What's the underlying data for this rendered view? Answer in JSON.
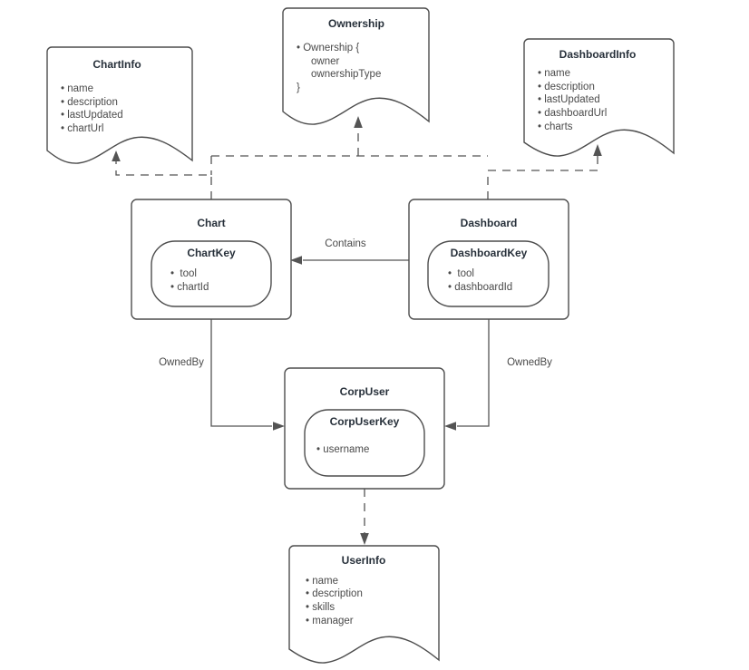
{
  "diagram": {
    "type": "entity-relationship",
    "background_color": "#ffffff",
    "stroke_color": "#4d4d4d",
    "edge_color": "#545454",
    "title_color": "#27303a",
    "text_color": "#4a4a4a",
    "nodes": [
      {
        "id": "chartinfo",
        "shape": "document",
        "title": "ChartInfo",
        "items": [
          "name",
          "description",
          "lastUpdated",
          "chartUrl"
        ]
      },
      {
        "id": "ownership",
        "shape": "document",
        "title": "Ownership",
        "items": [
          "Ownership {",
          "owner",
          "ownershipType",
          "}"
        ]
      },
      {
        "id": "dashboardinfo",
        "shape": "document",
        "title": "DashboardInfo",
        "items": [
          "name",
          "description",
          "lastUpdated",
          "dashboardUrl",
          "charts"
        ]
      },
      {
        "id": "chart",
        "shape": "rect",
        "title": "Chart",
        "key": {
          "id": "chartkey",
          "shape": "rounded",
          "title": "ChartKey",
          "items": [
            "tool",
            "chartId"
          ]
        }
      },
      {
        "id": "dashboard",
        "shape": "rect",
        "title": "Dashboard",
        "key": {
          "id": "dashboardkey",
          "shape": "rounded",
          "title": "DashboardKey",
          "items": [
            "tool",
            "dashboardId"
          ]
        }
      },
      {
        "id": "corpuser",
        "shape": "rect",
        "title": "CorpUser",
        "key": {
          "id": "corpuserkey",
          "shape": "rounded",
          "title": "CorpUserKey",
          "items": [
            "username"
          ]
        }
      },
      {
        "id": "userinfo",
        "shape": "document",
        "title": "UserInfo",
        "items": [
          "name",
          "description",
          "skills",
          "manager"
        ]
      }
    ],
    "edges": [
      {
        "id": "contains",
        "from": "dashboard",
        "to": "chart",
        "label": "Contains",
        "style": "solid"
      },
      {
        "id": "chart-ownedby",
        "from": "chart",
        "to": "corpuser",
        "label": "OwnedBy",
        "style": "solid"
      },
      {
        "id": "dashboard-ownedby",
        "from": "dashboard",
        "to": "corpuser",
        "label": "OwnedBy",
        "style": "solid"
      },
      {
        "id": "chart-chartinfo",
        "from": "chart",
        "to": "chartinfo",
        "label": "",
        "style": "dashed"
      },
      {
        "id": "chart-ownership",
        "from": "chart",
        "to": "ownership",
        "label": "",
        "style": "dashed"
      },
      {
        "id": "dashboard-dashboardinfo",
        "from": "dashboard",
        "to": "dashboardinfo",
        "label": "",
        "style": "dashed"
      },
      {
        "id": "corpuser-userinfo",
        "from": "corpuser",
        "to": "userinfo",
        "label": "",
        "style": "dashed"
      }
    ]
  }
}
